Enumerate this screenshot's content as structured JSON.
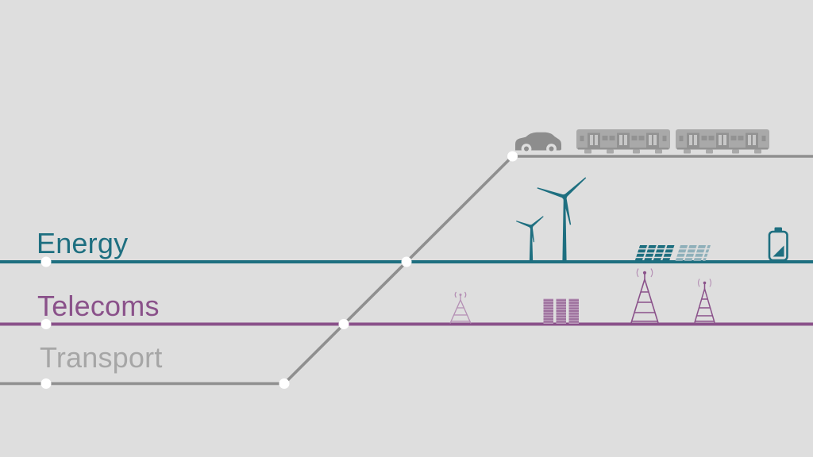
{
  "colors": {
    "background": "#dedede",
    "energy": "#1e6f80",
    "energy_light": "#8fb0ba",
    "telecoms": "#8a518a",
    "telecoms_light": "#b48fb4",
    "telecoms_mid": "#9c6f9c",
    "telecoms_stripe": "#c0a3c0",
    "transport": "#8f8f8f",
    "transport_label": "#a6a6a6",
    "car": "#8d8d8d",
    "train_body": "#a9a9a9",
    "train_detail": "#929292",
    "train_slit": "#c8c8c8",
    "dot": "#ffffff"
  },
  "sectors": [
    {
      "id": "energy",
      "label": "Energy",
      "color": "#1e6f80",
      "icons": [
        "wind-turbine-small",
        "wind-turbine-large",
        "solar-array-dark",
        "solar-array-light",
        "battery"
      ]
    },
    {
      "id": "telecoms",
      "label": "Telecoms",
      "color": "#8a518a",
      "icons": [
        "radio-tower-faint",
        "server-racks",
        "radio-tower-large",
        "radio-tower-medium"
      ]
    },
    {
      "id": "transport",
      "label": "Transport",
      "color": "#8f8f8f",
      "icons": [
        "car",
        "train-car",
        "train-car"
      ]
    }
  ]
}
